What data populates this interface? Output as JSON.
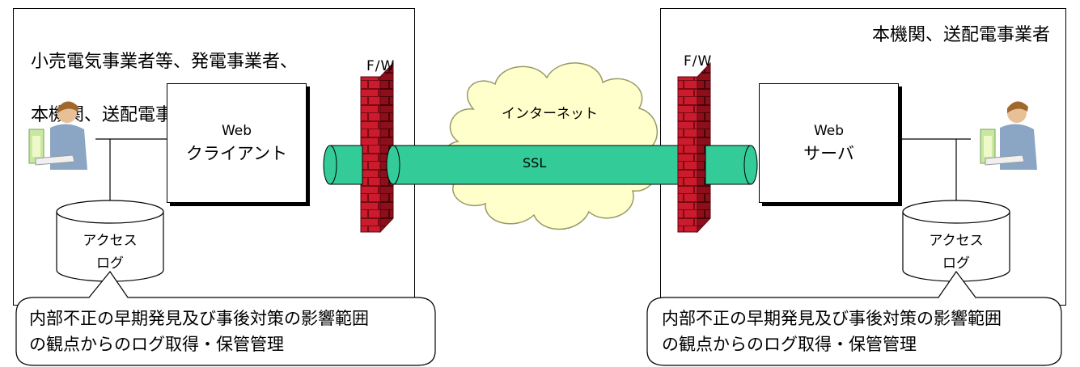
{
  "left_zone": {
    "title_line1": "小売電気事業者等、発電事業者、",
    "title_line2": "本機関、送配電事業者",
    "box_line1": "Web",
    "box_line2": "クライアント",
    "db_line1": "アクセス",
    "db_line2": "ログ",
    "callout_line1": "内部不正の早期発見及び事後対策の影響範囲",
    "callout_line2": "の観点からのログ取得・保管管理"
  },
  "right_zone": {
    "title": "本機関、送配電事業者",
    "box_line1": "Web",
    "box_line2": "サーバ",
    "db_line1": "アクセス",
    "db_line2": "ログ",
    "callout_line1": "内部不正の早期発見及び事後対策の影響範囲",
    "callout_line2": "の観点からのログ取得・保管管理"
  },
  "firewall_left_label": "F/W",
  "firewall_right_label": "F/W",
  "cloud_label": "インターネット",
  "tunnel_label": "SSL",
  "colors": {
    "brick": "#cc1b2c",
    "brick_dark": "#8a0e1a",
    "tunnel": "#33cc99",
    "cloud": "#ffffcc"
  }
}
